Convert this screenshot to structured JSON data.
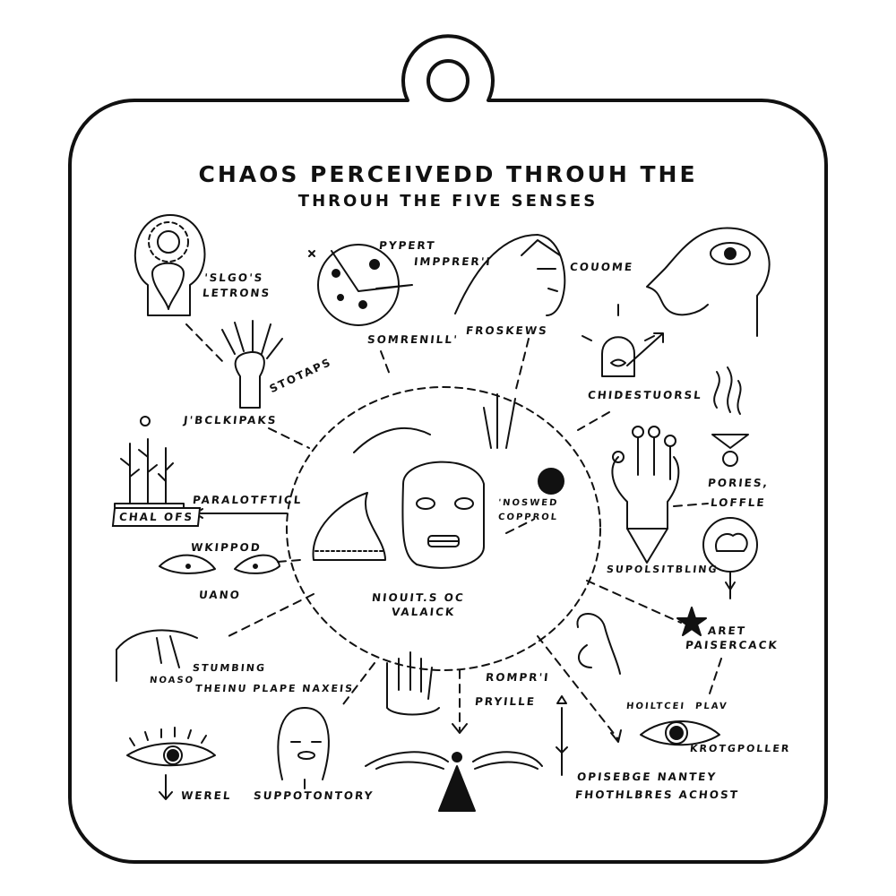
{
  "title": {
    "line1": "CHAOS PERCEIVEDD THROUH THE",
    "line2": "THROUH THE FIVE SENSES"
  },
  "labels": {
    "slgos": "'SLGO'S",
    "letrons": "LETRONS",
    "pypert": "PYPERT",
    "impprer": "IMPPRER'I",
    "couome": "COUOME",
    "froskews": "FROSKEWS",
    "somrenill": "SOMRENILL'",
    "stotaps": "STOTAPS",
    "jbclkipaks": "J'BCLKIPAKS",
    "chidestuorsl": "CHIDESTUORSL",
    "pories": "PORIES,",
    "loffle": "LOFFLE",
    "paralotfticl": "PARALOTFTICL",
    "chalofs": "CHAL OFS",
    "wkippod": "WKIPPOD",
    "uano": "UANO",
    "noswed": "'NOSWED",
    "copprol": "COPPROL",
    "niouits": "NIOUIT.S OC",
    "valaick": "VALAICK",
    "supolsitbling": "SUPOLSITBLING",
    "aret": "ARET",
    "paisercack": "PAISERCACK",
    "rompr": "ROMPR'I",
    "pryille": "PRYILLE",
    "stumbing": "STUMBING",
    "noaso": "NOASO",
    "theinu": "THEINU PLAPE NAXEIS",
    "hoiltcei": "HOILTCEI",
    "plav": "PLAV",
    "krotgpoller": "KROTGPOLLER",
    "opisebge": "OPISEBGE NANTEY",
    "fhothlbres": "FHOTHLBRES ACHOST",
    "werel": "WEREL",
    "suppotontory": "SUPPOTONTORY"
  },
  "colors": {
    "ink": "#111111",
    "paper": "#ffffff"
  }
}
